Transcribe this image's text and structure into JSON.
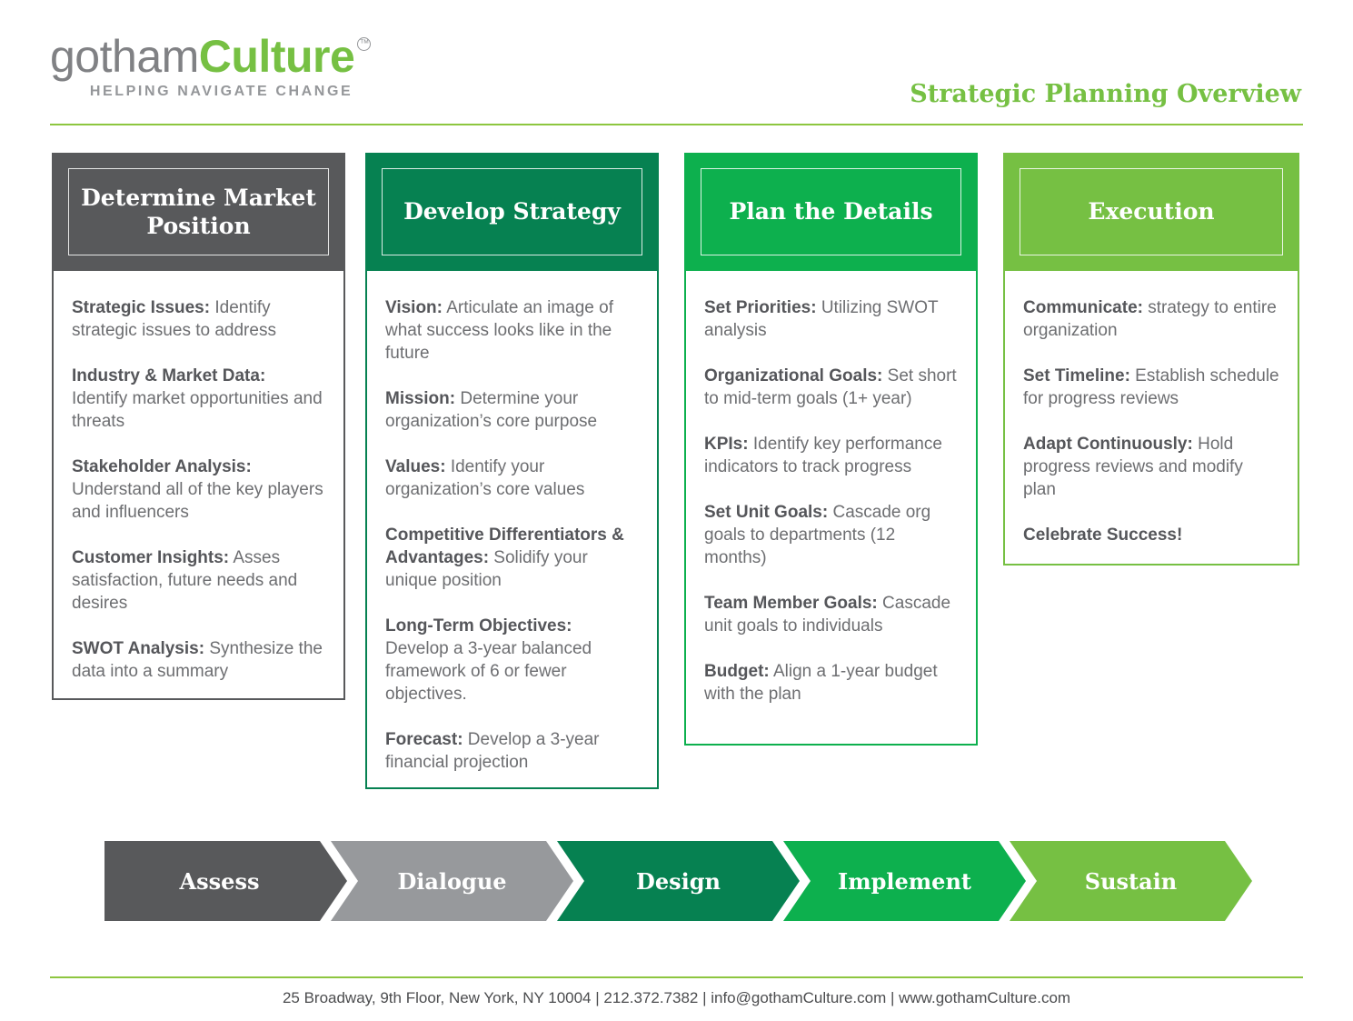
{
  "palette": {
    "gray-dark": "#58595b",
    "gray-mid": "#97999c",
    "green-dark": "#068151",
    "green-mid": "#0db04e",
    "green-light": "#76c043",
    "rule-green": "#8dc63f",
    "body-text": "#6d6e71",
    "label-text": "#55565a",
    "footer-text": "#4c4d4f",
    "logo-gray": "#808184",
    "tagline-gray": "#95979a"
  },
  "header": {
    "logo_part1": "gotham",
    "logo_part2": "Culture",
    "logo_mark": "™",
    "tagline": "HELPING NAVIGATE CHANGE",
    "title": "Strategic Planning Overview"
  },
  "columns": [
    {
      "title": "Determine Market Position",
      "items": [
        {
          "label": "Strategic Issues:",
          "text": " Identify strategic issues to address"
        },
        {
          "label": "Industry & Market Data:",
          "text": " Identify market opportunities and threats"
        },
        {
          "label": "Stakeholder Analysis:",
          "text": " Understand all of the key players and influencers"
        },
        {
          "label": "Customer Insights:",
          "text": " Asses satisfaction, future needs and desires"
        },
        {
          "label": "SWOT Analysis:",
          "text": " Synthesize the data into a summary"
        }
      ]
    },
    {
      "title": "Develop Strategy",
      "items": [
        {
          "label": "Vision:",
          "text": " Articulate an image of what success looks like in the future"
        },
        {
          "label": "Mission:",
          "text": " Determine your organization’s core purpose"
        },
        {
          "label": "Values:",
          "text": " Identify your organization’s core values"
        },
        {
          "label": "Competitive Differentiators & Advantages:",
          "text": " Solidify your unique position"
        },
        {
          "label": "Long-Term Objectives:",
          "text": " Develop a 3-year balanced framework of 6 or fewer objectives."
        },
        {
          "label": "Forecast:",
          "text": " Develop a 3-year financial projection"
        }
      ]
    },
    {
      "title": "Plan the Details",
      "items": [
        {
          "label": "Set Priorities:",
          "text": " Utilizing SWOT analysis"
        },
        {
          "label": "Organizational Goals:",
          "text": " Set short to mid-term goals (1+ year)"
        },
        {
          "label": "KPIs:",
          "text": " Identify key performance indicators to track progress"
        },
        {
          "label": "Set Unit Goals:",
          "text": " Cascade org goals to departments (12 months)"
        },
        {
          "label": "Team Member Goals:",
          "text": " Cascade unit goals to individuals"
        },
        {
          "label": "Budget:",
          "text": " Align a 1-year budget with the plan"
        }
      ]
    },
    {
      "title": "Execution",
      "items": [
        {
          "label": "Communicate:",
          "text": " strategy to entire organization"
        },
        {
          "label": "Set Timeline:",
          "text": " Establish schedule for progress reviews"
        },
        {
          "label": "Adapt Continuously:",
          "text": " Hold progress reviews and modify plan"
        },
        {
          "label": "Celebrate Success!",
          "text": ""
        }
      ]
    }
  ],
  "process": {
    "steps": [
      {
        "label": "Assess"
      },
      {
        "label": "Dialogue"
      },
      {
        "label": "Design"
      },
      {
        "label": "Implement"
      },
      {
        "label": "Sustain"
      }
    ]
  },
  "footer": {
    "contact": "25 Broadway, 9th Floor, New York, NY 10004 | 212.372.7382 | info@gothamCulture.com | www.gothamCulture.com"
  }
}
